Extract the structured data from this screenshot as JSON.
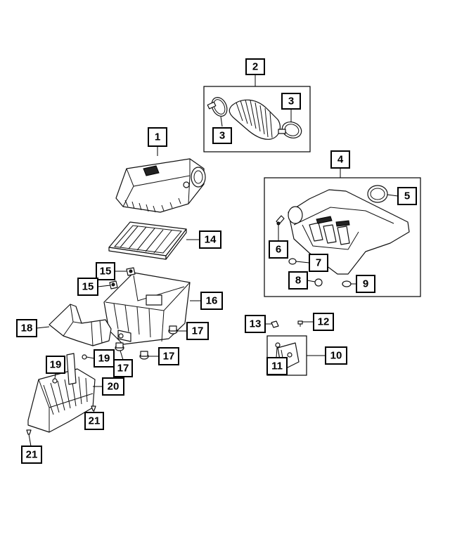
{
  "callouts": {
    "c1": "1",
    "c2": "2",
    "c3a": "3",
    "c3b": "3",
    "c4": "4",
    "c5": "5",
    "c6": "6",
    "c7": "7",
    "c8": "8",
    "c9": "9",
    "c10": "10",
    "c11": "11",
    "c12": "12",
    "c13": "13",
    "c14": "14",
    "c15a": "15",
    "c15b": "15",
    "c16": "16",
    "c17a": "17",
    "c17b": "17",
    "c17c": "17",
    "c18": "18",
    "c19a": "19",
    "c19b": "19",
    "c20": "20",
    "c21a": "21",
    "c21b": "21"
  }
}
